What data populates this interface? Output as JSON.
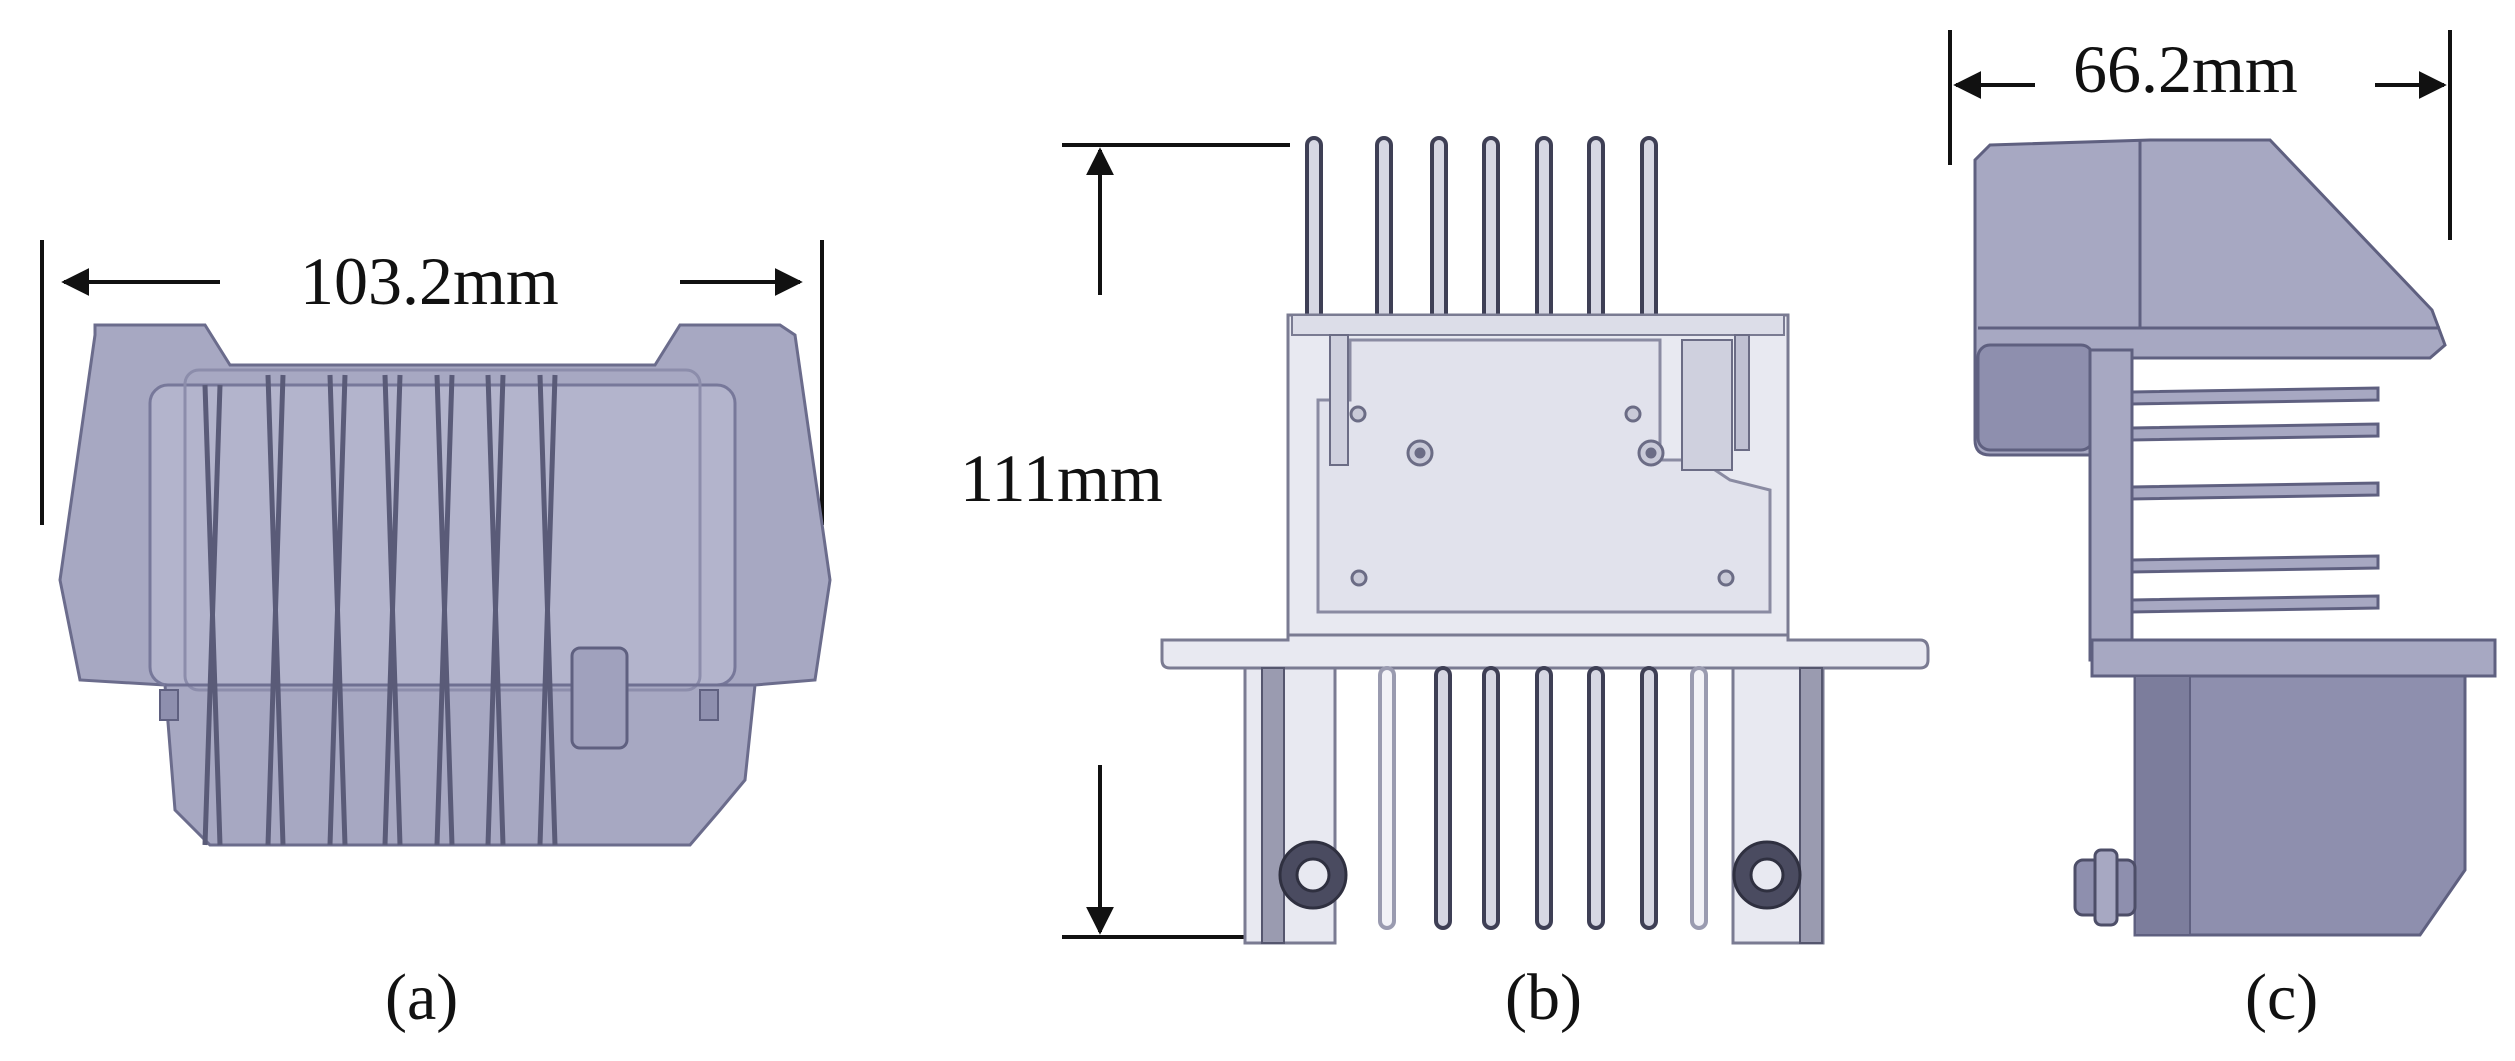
{
  "figure": {
    "panel_a": {
      "caption": "(a)",
      "dimension": "103.2mm"
    },
    "panel_b": {
      "caption": "(b)",
      "dimension": "111mm"
    },
    "panel_c": {
      "caption": "(c)",
      "dimension": "66.2mm"
    }
  },
  "colors": {
    "body_fill": "#a7a8c2",
    "body_dark": "#8e8fae",
    "body_stroke": "#5f6080",
    "frame_fill": "#e8e9f1",
    "frame_stroke": "#7a7b92",
    "fin_dark": "#3e3f55",
    "dimension_line": "#111111"
  }
}
